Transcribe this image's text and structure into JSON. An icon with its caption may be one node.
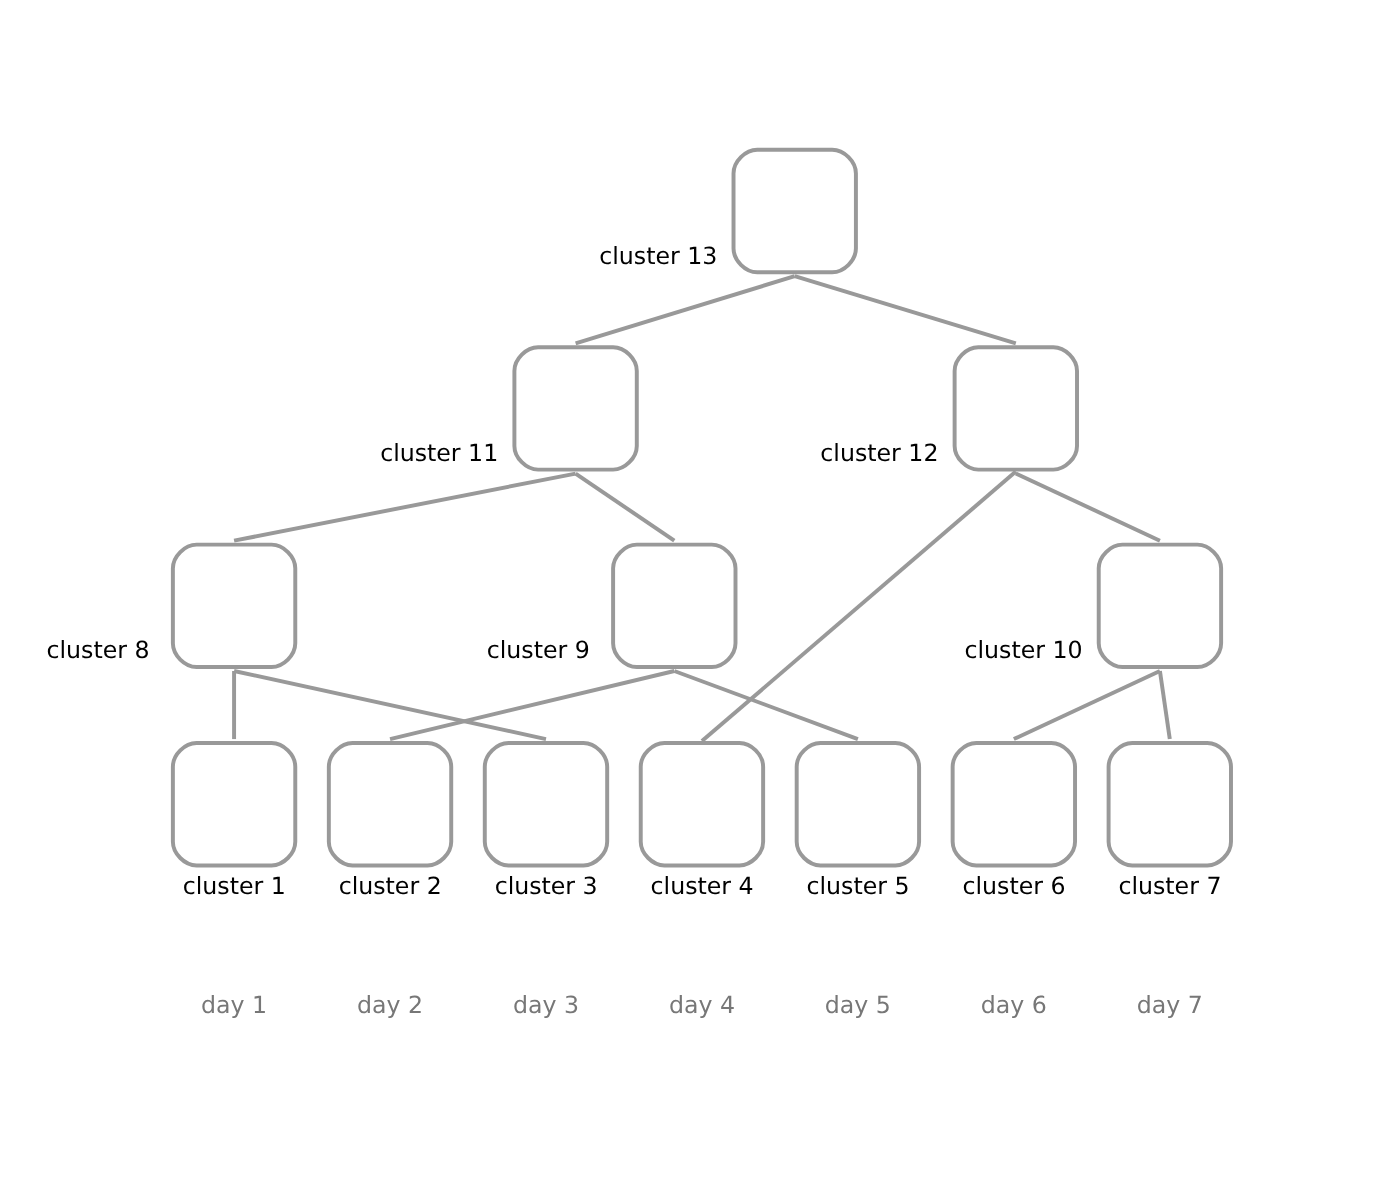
{
  "diagram": {
    "nodes": [
      {
        "text": [],
        "shape": "box",
        "beside": [
          "cluster 13"
        ]
      },
      {
        "text": [],
        "shape": "box",
        "beside": [
          "cluster 11"
        ]
      },
      {
        "text": [],
        "shape": "box",
        "beside": [
          "cluster 12"
        ]
      },
      {
        "text": [],
        "shape": "box",
        "beside": [
          "cluster 8"
        ]
      },
      {
        "text": [],
        "shape": "box",
        "beside": [
          "cluster 9"
        ]
      },
      {
        "text": [],
        "shape": "box",
        "beside": [
          "cluster 10"
        ]
      },
      {
        "text": [],
        "shape": "box",
        "beside": [
          "cluster 1"
        ]
      },
      {
        "text": [],
        "shape": "box",
        "beside": [
          "cluster 2"
        ]
      },
      {
        "text": [],
        "shape": "box",
        "beside": [
          "cluster 3"
        ]
      },
      {
        "text": [],
        "shape": "box",
        "beside": [
          "cluster 4"
        ]
      },
      {
        "text": [],
        "shape": "box",
        "beside": [
          "cluster 5"
        ]
      },
      {
        "text": [],
        "shape": "box",
        "beside": [
          "cluster 6"
        ]
      },
      {
        "text": [],
        "shape": "box",
        "beside": [
          "cluster 7"
        ]
      }
    ],
    "edges": [
      {
        "from": 0,
        "to": 1,
        "arrow": "none"
      },
      {
        "from": 0,
        "to": 2,
        "arrow": "none"
      },
      {
        "from": 1,
        "to": 3,
        "arrow": "none"
      },
      {
        "from": 1,
        "to": 4,
        "arrow": "none"
      },
      {
        "from": 2,
        "to": 9,
        "arrow": "none"
      },
      {
        "from": 2,
        "to": 5,
        "arrow": "none"
      },
      {
        "from": 3,
        "to": 6,
        "arrow": "none"
      },
      {
        "from": 3,
        "to": 8,
        "arrow": "none"
      },
      {
        "from": 4,
        "to": 7,
        "arrow": "none"
      },
      {
        "from": 4,
        "to": 10,
        "arrow": "none"
      },
      {
        "from": 5,
        "to": 11,
        "arrow": "none"
      },
      {
        "from": 5,
        "to": 12,
        "arrow": "none"
      }
    ],
    "labels": [
      "day 1",
      "day 2",
      "day 3",
      "day 4",
      "day 5",
      "day 6",
      "day 7"
    ]
  }
}
